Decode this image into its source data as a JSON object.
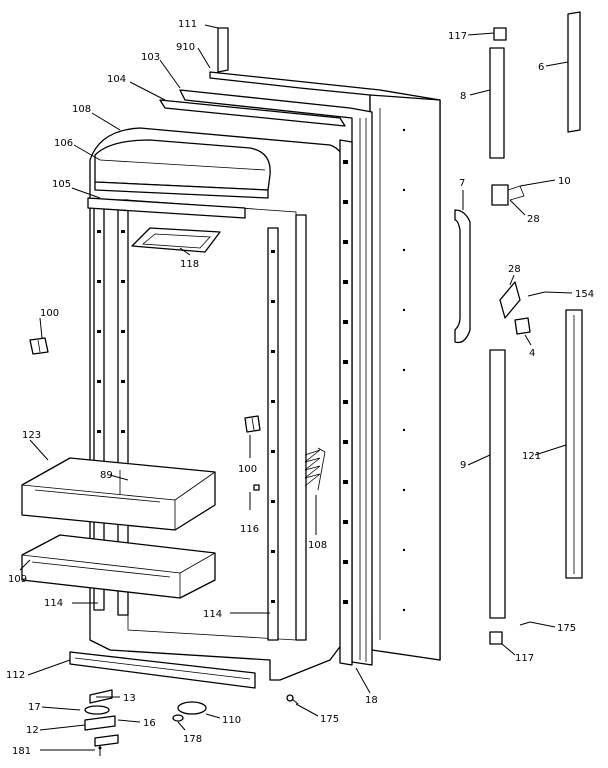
{
  "labels": [
    {
      "id": "111",
      "text": "111"
    },
    {
      "id": "910",
      "text": "910"
    },
    {
      "id": "103",
      "text": "103"
    },
    {
      "id": "104",
      "text": "104"
    },
    {
      "id": "108a",
      "text": "108"
    },
    {
      "id": "106",
      "text": "106"
    },
    {
      "id": "105",
      "text": "105"
    },
    {
      "id": "118",
      "text": "118"
    },
    {
      "id": "100a",
      "text": "100"
    },
    {
      "id": "123",
      "text": "123"
    },
    {
      "id": "89",
      "text": "89"
    },
    {
      "id": "100b",
      "text": "100"
    },
    {
      "id": "116",
      "text": "116"
    },
    {
      "id": "108b",
      "text": "108"
    },
    {
      "id": "109",
      "text": "109"
    },
    {
      "id": "114a",
      "text": "114"
    },
    {
      "id": "114b",
      "text": "114"
    },
    {
      "id": "112",
      "text": "112"
    },
    {
      "id": "13",
      "text": "13"
    },
    {
      "id": "17",
      "text": "17"
    },
    {
      "id": "16",
      "text": "16"
    },
    {
      "id": "12",
      "text": "12"
    },
    {
      "id": "178",
      "text": "178"
    },
    {
      "id": "110",
      "text": "110"
    },
    {
      "id": "181",
      "text": "181"
    },
    {
      "id": "175a",
      "text": "175"
    },
    {
      "id": "18",
      "text": "18"
    },
    {
      "id": "117a",
      "text": "117"
    },
    {
      "id": "6",
      "text": "6"
    },
    {
      "id": "8",
      "text": "8"
    },
    {
      "id": "7",
      "text": "7"
    },
    {
      "id": "10",
      "text": "10"
    },
    {
      "id": "28a",
      "text": "28"
    },
    {
      "id": "28b",
      "text": "28"
    },
    {
      "id": "154",
      "text": "154"
    },
    {
      "id": "4",
      "text": "4"
    },
    {
      "id": "9",
      "text": "9"
    },
    {
      "id": "121",
      "text": "121"
    },
    {
      "id": "175b",
      "text": "175"
    },
    {
      "id": "117b",
      "text": "117"
    }
  ]
}
